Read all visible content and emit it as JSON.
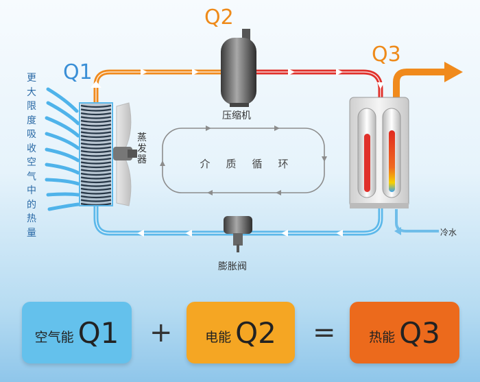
{
  "labels": {
    "q1": "Q1",
    "q2": "Q2",
    "q3": "Q3",
    "compressor": "压缩机",
    "evaporator": [
      "蒸",
      "发",
      "器"
    ],
    "expansion_valve": "膨胀阀",
    "cycle": [
      "介",
      "质",
      "循",
      "环"
    ],
    "cold_water": "冷水",
    "absorb": "更大限度吸收空气中的热量"
  },
  "equation": {
    "box1": {
      "cn": "空气能",
      "q": "Q1"
    },
    "box2": {
      "cn": "电能",
      "q": "Q2"
    },
    "box3": {
      "cn": "热能",
      "q": "Q3"
    },
    "plus": "+",
    "equals": "="
  },
  "colors": {
    "blue": "#5cb8ea",
    "orange": "#f08a1c",
    "red": "#e0302a",
    "box1": "#64c1ec",
    "box2": "#f5a623",
    "box3": "#ec6a1c",
    "q1_text": "#3a8fd6",
    "q_orange_text": "#ee8a1a"
  }
}
